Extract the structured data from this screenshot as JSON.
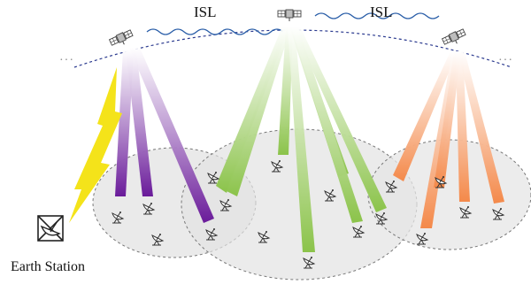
{
  "labels": {
    "isl_left": "ISL",
    "isl_right": "ISL",
    "earth_station": "Earth Station",
    "ellipsis_left": "···",
    "ellipsis_right": "···"
  },
  "colors": {
    "beam_purple": "#6a1b9a",
    "beam_green": "#8bc34a",
    "beam_orange": "#f4894a",
    "feeder_link": "#f4e31a",
    "orbit": "#2b3a8f",
    "isl_wave": "#2a5ea8",
    "cell_fill": "#e8e8e8",
    "cell_stroke": "#7a7a7a"
  },
  "icons": {
    "satellite": "satellite-icon",
    "terminal": "satellite-dish-icon",
    "earth_station": "ground-station-dish-icon"
  }
}
